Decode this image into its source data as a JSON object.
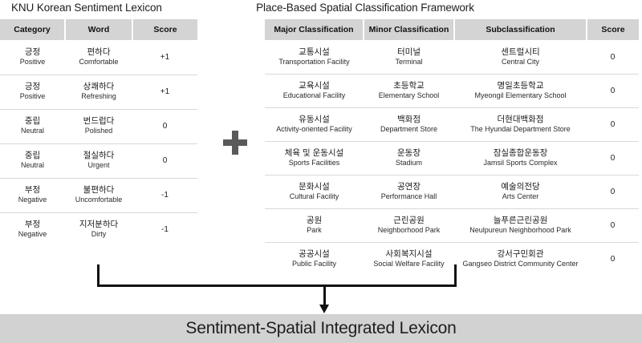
{
  "figure": {
    "left_panel_title": "KNU Korean Sentiment Lexicon",
    "right_panel_title": "Place-Based Spatial Classification Framework",
    "combine_operator": "plus-sign",
    "output_label": "Sentiment-Spatial Integrated Lexicon"
  },
  "lexicon_table": {
    "columns": [
      "Category",
      "Word",
      "Score"
    ],
    "rows": [
      {
        "category_ko": "긍정",
        "category_en": "Positive",
        "word_ko": "편하다",
        "word_en": "Comfortable",
        "score": "+1"
      },
      {
        "category_ko": "긍정",
        "category_en": "Positive",
        "word_ko": "상쾌하다",
        "word_en": "Refreshing",
        "score": "+1"
      },
      {
        "category_ko": "중립",
        "category_en": "Neutral",
        "word_ko": "번드럽다",
        "word_en": "Polished",
        "score": "0"
      },
      {
        "category_ko": "중립",
        "category_en": "Neutral",
        "word_ko": "절실하다",
        "word_en": "Urgent",
        "score": "0"
      },
      {
        "category_ko": "부정",
        "category_en": "Negative",
        "word_ko": "불편하다",
        "word_en": "Uncomfortable",
        "score": "-1"
      },
      {
        "category_ko": "부정",
        "category_en": "Negative",
        "word_ko": "지저분하다",
        "word_en": "Dirty",
        "score": "-1"
      }
    ]
  },
  "spatial_table": {
    "columns": [
      "Major Classification",
      "Minor Classification",
      "Subclassification",
      "Score"
    ],
    "rows": [
      {
        "major_ko": "교통시설",
        "major_en": "Transportation Facility",
        "minor_ko": "터미널",
        "minor_en": "Terminal",
        "sub_ko": "센트럴시티",
        "sub_en": "Central City",
        "score": "0"
      },
      {
        "major_ko": "교육시설",
        "major_en": "Educational Facility",
        "minor_ko": "초등학교",
        "minor_en": "Elementary School",
        "sub_ko": "명일초등학교",
        "sub_en": "Myeongil Elementary School",
        "score": "0"
      },
      {
        "major_ko": "유동시설",
        "major_en": "Activity-oriented Facility",
        "minor_ko": "백화점",
        "minor_en": "Department Store",
        "sub_ko": "더현대백화점",
        "sub_en": "The Hyundai Department Store",
        "score": "0"
      },
      {
        "major_ko": "체육 및 운동시설",
        "major_en": "Sports Facilities",
        "minor_ko": "운동장",
        "minor_en": "Stadium",
        "sub_ko": "잠실종합운동장",
        "sub_en": "Jamsil Sports Complex",
        "score": "0"
      },
      {
        "major_ko": "문화시설",
        "major_en": "Cultural Facility",
        "minor_ko": "공연장",
        "minor_en": "Performance Hall",
        "sub_ko": "예술의전당",
        "sub_en": "Arts Center",
        "score": "0"
      },
      {
        "major_ko": "공원",
        "major_en": "Park",
        "minor_ko": "근린공원",
        "minor_en": "Neighborhood Park",
        "sub_ko": "늘푸른근린공원",
        "sub_en": "Neulpureun Neighborhood Park",
        "score": "0"
      },
      {
        "major_ko": "공공시설",
        "major_en": "Public Facility",
        "minor_ko": "사회복지시설",
        "minor_en": "Social Welfare Facility",
        "sub_ko": "강서구민회관",
        "sub_en": "Gangseo District Community Center",
        "score": "0"
      }
    ]
  },
  "colors": {
    "header_fill": "#d4d4d4",
    "banner_fill": "#d2d2d2",
    "plus_fill": "#5a5a5a",
    "connector": "#111111"
  }
}
